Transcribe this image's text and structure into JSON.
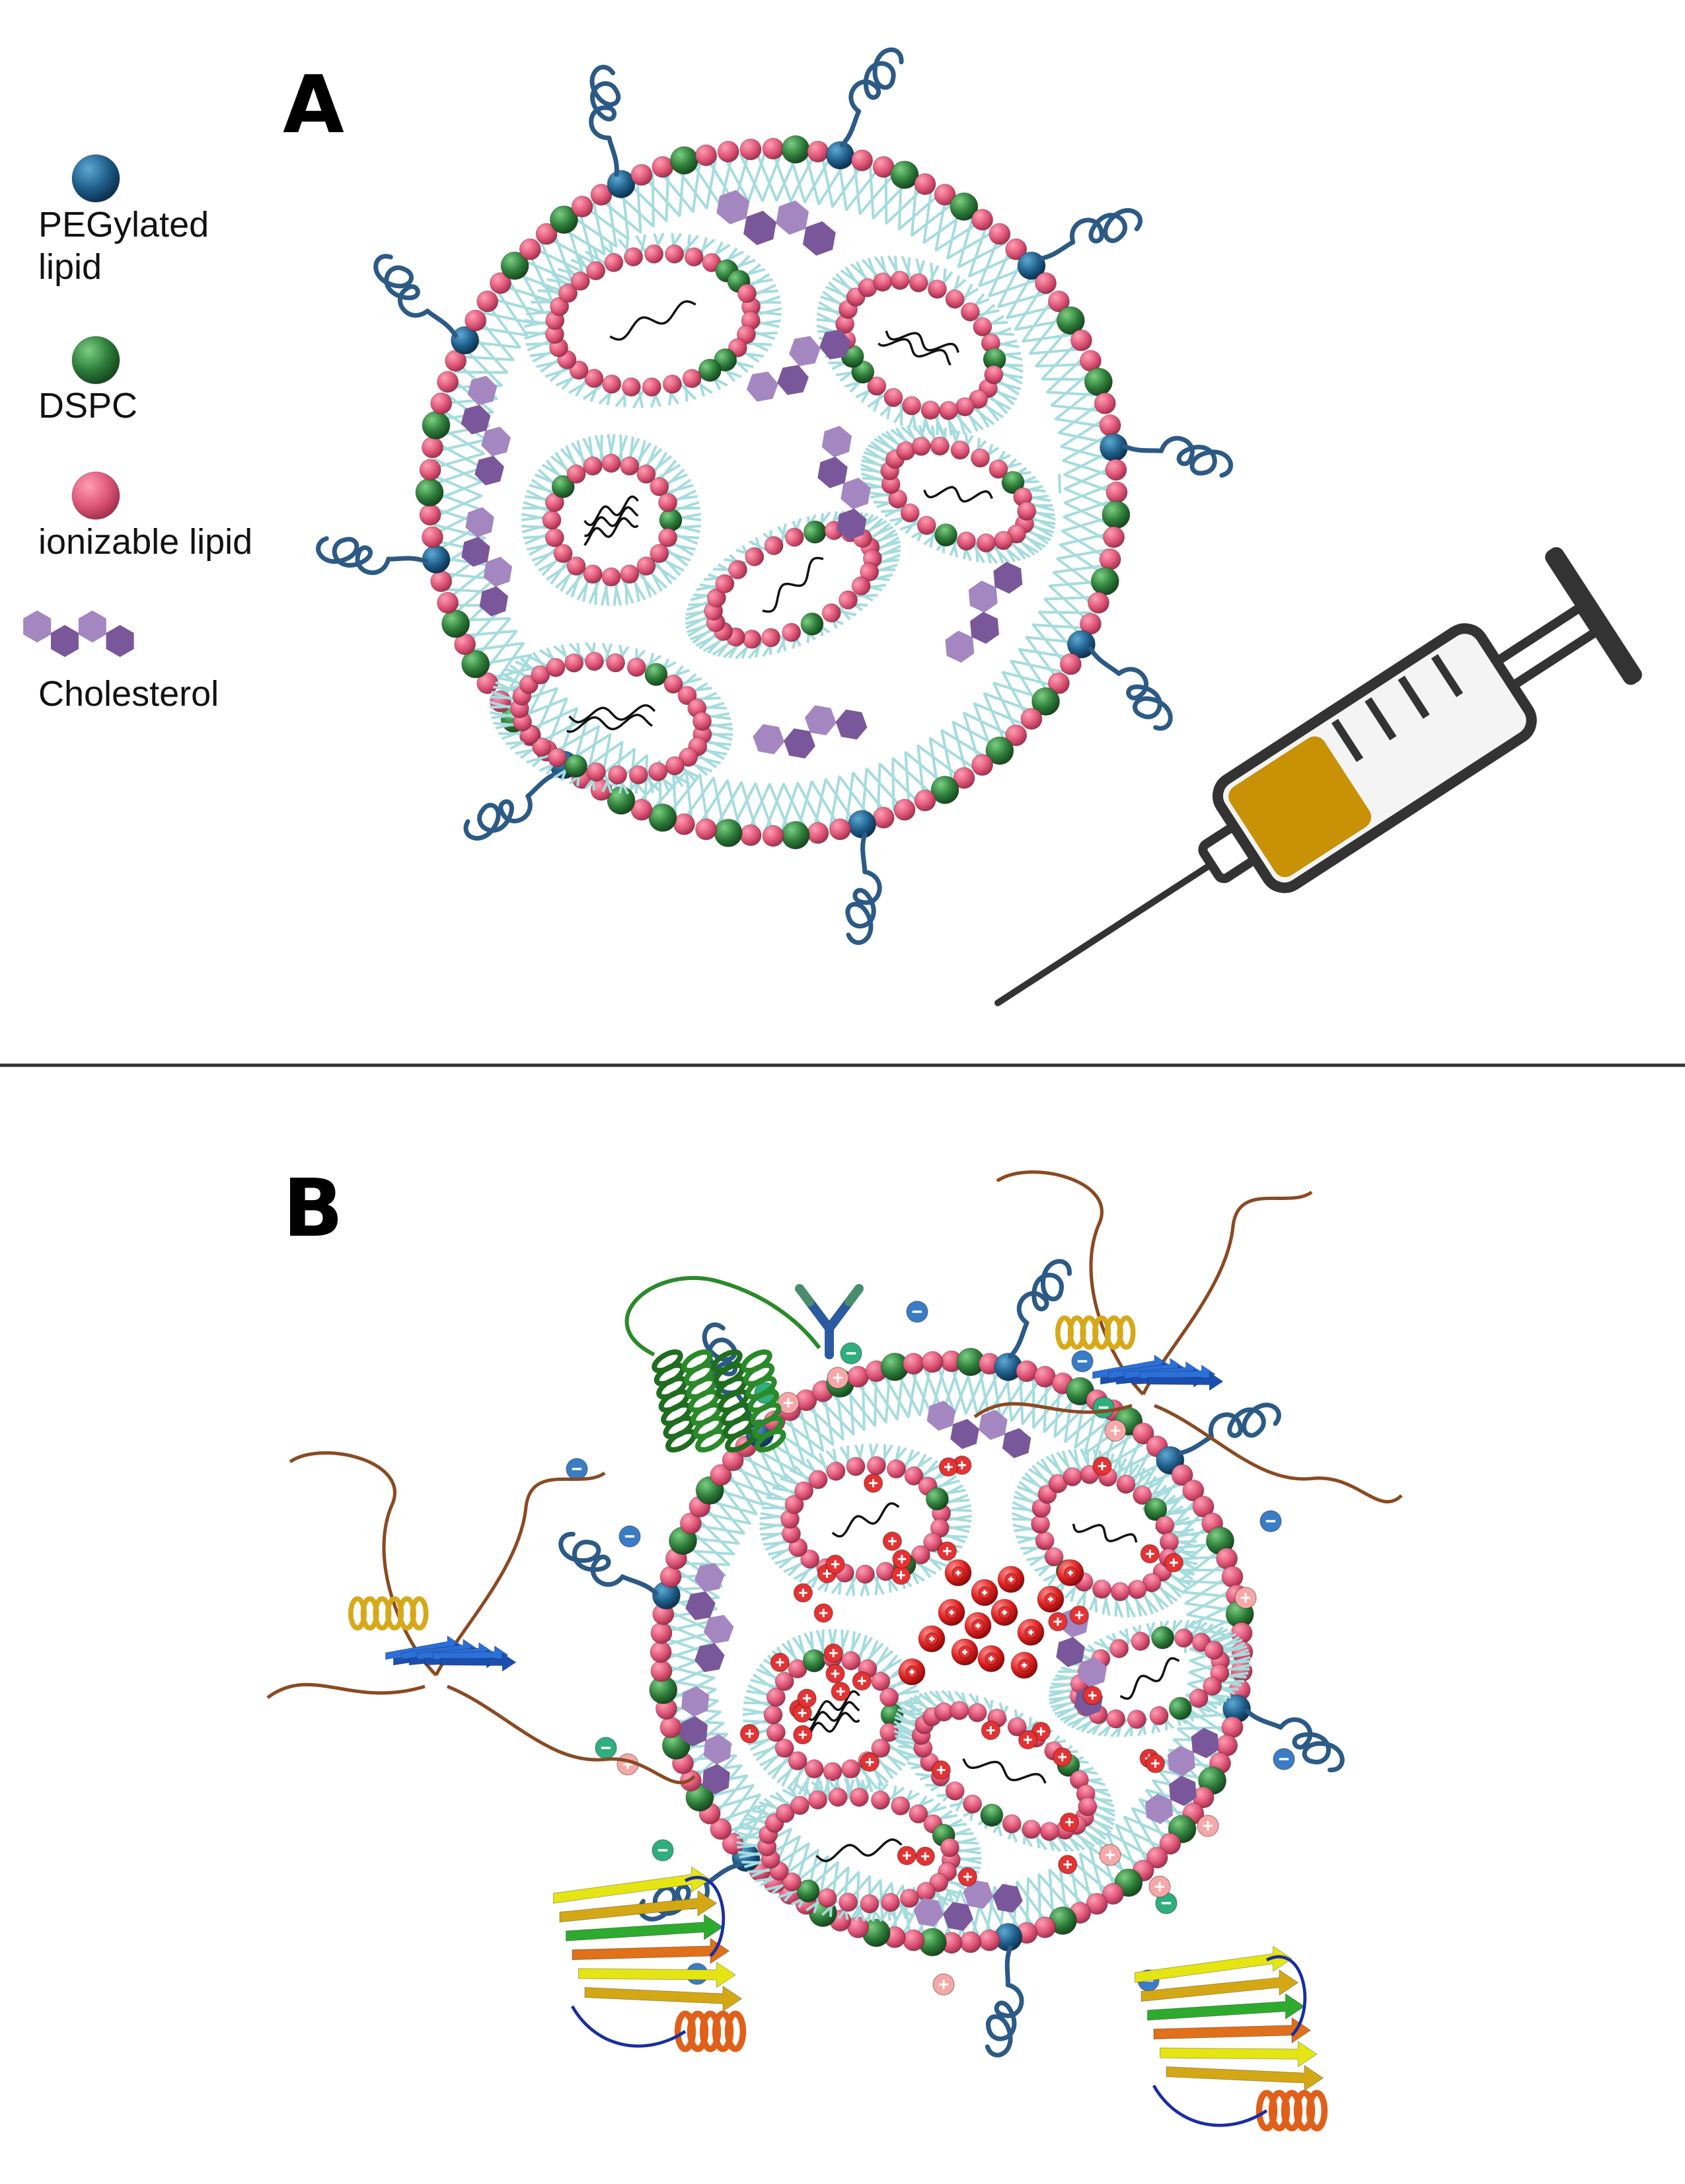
{
  "panels": {
    "a_label": "A",
    "b_label": "B"
  },
  "legend": {
    "items": [
      {
        "label_line1": "PEGylated",
        "label_line2": "lipid",
        "color": "#1f5e8a",
        "icon": "pegylated-lipid-sphere"
      },
      {
        "label_line1": "DSPC",
        "label_line2": "",
        "color": "#2e7d3a",
        "icon": "dspc-sphere"
      },
      {
        "label_line1": "ionizable lipid",
        "label_line2": "",
        "color": "#d9455a",
        "icon": "ionizable-lipid-sphere"
      },
      {
        "label_line1": "Cholesterol",
        "label_line2": "",
        "color": "#8a68a8",
        "icon": "cholesterol-hexagons"
      }
    ]
  },
  "colors": {
    "ionizable": "#e0587a",
    "dspc": "#2e7d3a",
    "peg": "#1f5e8a",
    "cholesterol": "#8a68a8",
    "tails": "#a6dcdd",
    "peg_coil": "#2c5a86",
    "syringe_fill": "#c99106",
    "charge_pos": "#e63232",
    "charge_neg": "#3a7cc6",
    "charge_neu": "#2fae7e"
  },
  "icons": {
    "syringe": "syringe-icon",
    "mrna": "mrna-strand-icon",
    "protein_corona": "protein-ribbon-icon",
    "antibody": "antibody-icon"
  }
}
